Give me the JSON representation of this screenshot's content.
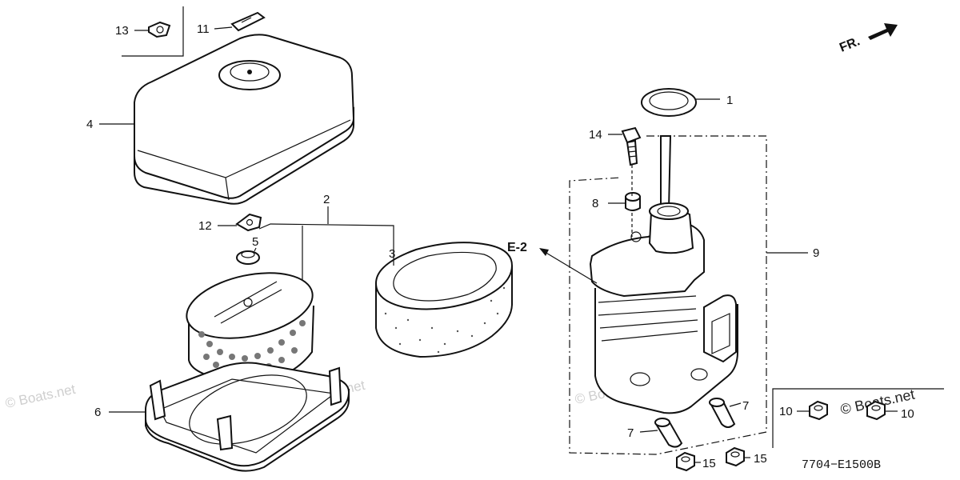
{
  "diagram": {
    "drawing_code": "7704−E1500B",
    "front_label": "FR.",
    "ref_label": "E-2",
    "watermark": "© Boats.net",
    "callouts": {
      "c1": "1",
      "c2": "2",
      "c3": "3",
      "c4": "4",
      "c5": "5",
      "c6": "6",
      "c7a": "7",
      "c7b": "7",
      "c8": "8",
      "c9": "9",
      "c10a": "10",
      "c10b": "10",
      "c11": "11",
      "c12": "12",
      "c13": "13",
      "c14": "14",
      "c15a": "15",
      "c15b": "15"
    }
  }
}
